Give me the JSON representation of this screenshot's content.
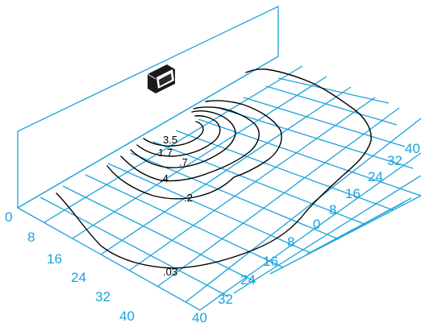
{
  "contour_labels": [
    ".03",
    ".2",
    ".4",
    ".7",
    "1.7",
    "3.5"
  ],
  "axes": {
    "left_depth": [
      "0",
      "8",
      "16",
      "24",
      "32",
      "40"
    ],
    "front_a": [
      "0",
      "8",
      "16",
      "24",
      "32",
      "40"
    ],
    "front_b": [
      "8",
      "16",
      "24",
      "32",
      "40"
    ]
  },
  "colors": {
    "grid": "#1aa3dc",
    "contour": "#000000"
  },
  "icon": "luminaire-fixture-icon"
}
